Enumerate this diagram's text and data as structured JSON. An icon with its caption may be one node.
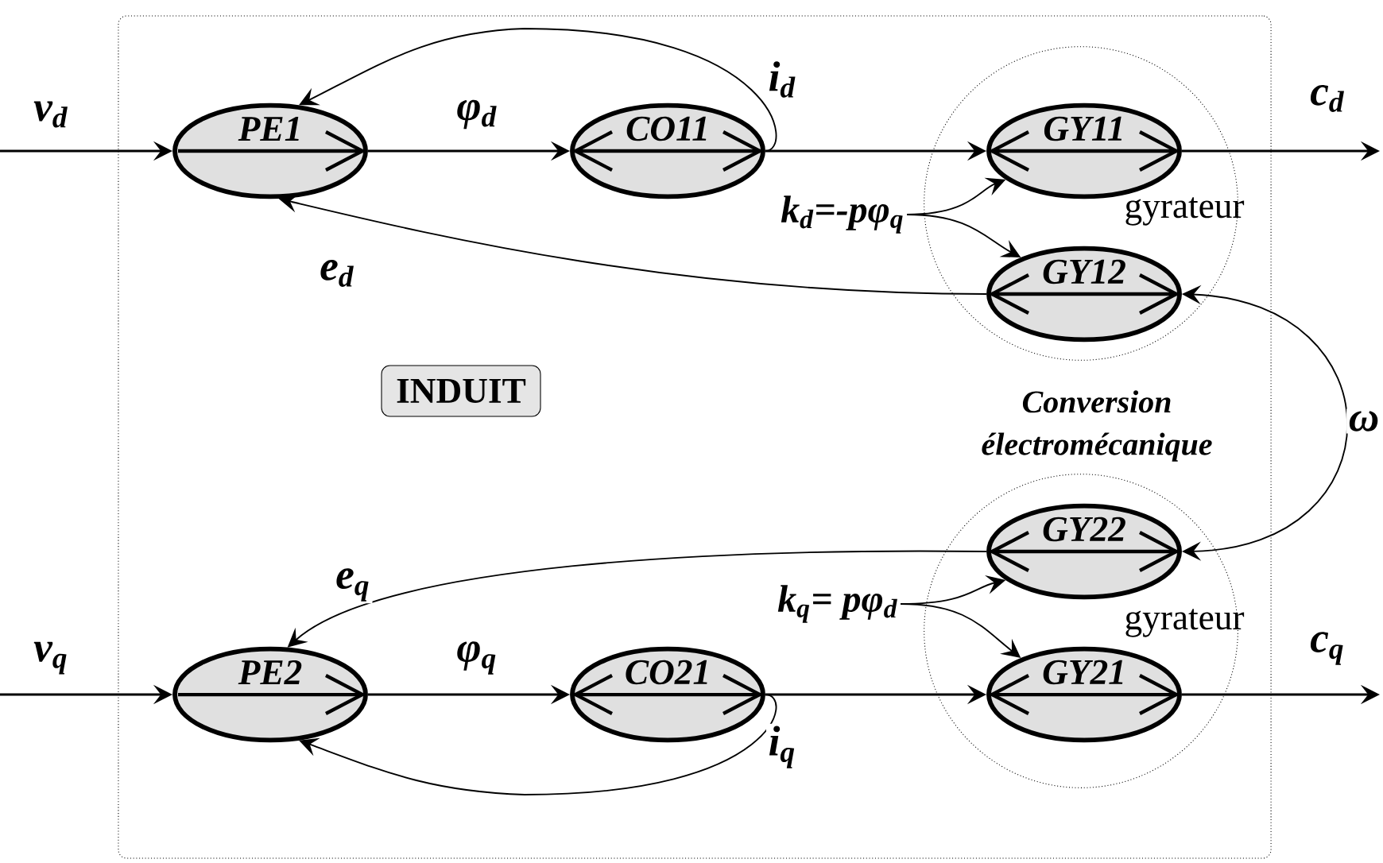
{
  "diagram": {
    "nodes": [
      {
        "text": [],
        "shape": "box"
      },
      {
        "text": [
          "PE1"
        ],
        "in": 0
      },
      {
        "text": [
          "CO11"
        ],
        "in": 0
      },
      {
        "text": [
          "gyrateur"
        ],
        "in": 0
      },
      {
        "text": [
          "GY11"
        ],
        "in": 3
      },
      {
        "text": [
          "GY12"
        ],
        "in": 3
      },
      {
        "text": [
          "k$_{d}$=-pφ$_{q}$"
        ],
        "in": 0
      },
      {
        "text": [
          "INDUIT"
        ],
        "in": 0
      },
      {
        "text": [
          "gyrateur"
        ],
        "in": 0
      },
      {
        "text": [
          "GY22"
        ],
        "in": 8
      },
      {
        "text": [
          "GY21"
        ],
        "in": 8
      },
      {
        "text": [
          "k$_{q}$= pφ$_{d}$"
        ],
        "in": 0
      },
      {
        "text": [
          "PE2"
        ],
        "in": 0
      },
      {
        "text": [
          "CO21"
        ],
        "in": 0
      }
    ],
    "edges": [
      {
        "from": null,
        "to": 1,
        "arrow": "to",
        "label": "v$_{d}$"
      },
      {
        "from": 1,
        "to": 2,
        "arrow": "to",
        "label": "φ$_{d}$"
      },
      {
        "from": 2,
        "to": 1,
        "arrow": "to"
      },
      {
        "from": 2,
        "to": 4,
        "arrow": "to",
        "label": "i$_{d}$"
      },
      {
        "from": 5,
        "to": 1,
        "arrow": "to",
        "label": "e$_{d}$"
      },
      {
        "from": 6,
        "to": 4,
        "arrow": "to"
      },
      {
        "from": 6,
        "to": 5,
        "arrow": "to"
      },
      {
        "from": 4,
        "to": null,
        "arrow": "to",
        "label": "c$_{d}$"
      },
      {
        "from": 5,
        "to": 9,
        "arrow": "both",
        "label": "ω"
      },
      {
        "from": 9,
        "to": 12,
        "arrow": "to",
        "label": "e$_{q}$"
      },
      {
        "from": 11,
        "to": 9,
        "arrow": "to"
      },
      {
        "from": 11,
        "to": 10,
        "arrow": "to"
      },
      {
        "from": null,
        "to": 12,
        "arrow": "to",
        "label": "v$_{q}$"
      },
      {
        "from": 12,
        "to": 13,
        "arrow": "to",
        "label": "φ$_{q}$"
      },
      {
        "from": 13,
        "to": 12,
        "arrow": "to"
      },
      {
        "from": 13,
        "to": 10,
        "arrow": "to",
        "label": "i$_{q}$"
      },
      {
        "from": 10,
        "to": null,
        "arrow": "to",
        "label": "c$_{q}$"
      }
    ],
    "labels": [
      "Conversion électromécanique"
    ]
  }
}
